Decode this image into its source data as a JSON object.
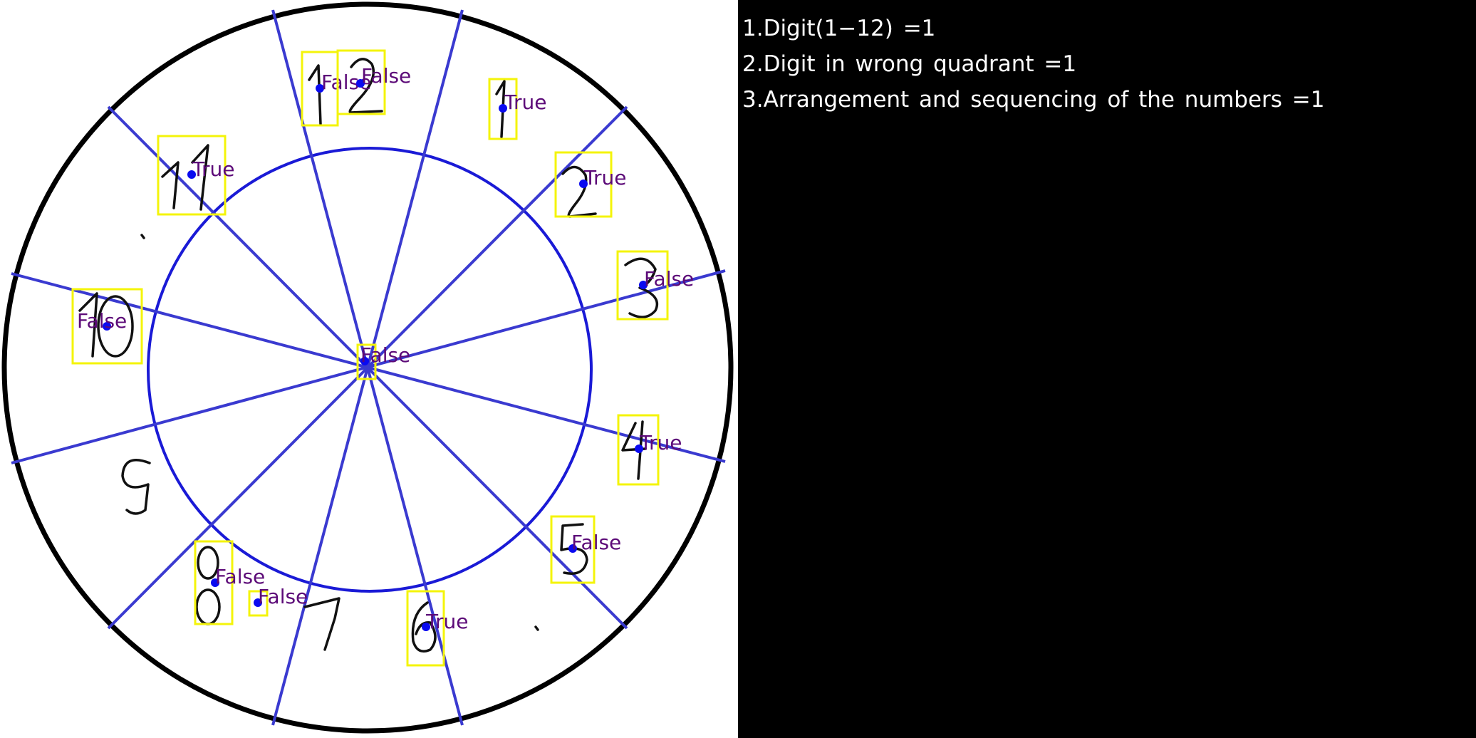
{
  "scores": [
    {
      "text": "1.Digit(1−12) =1"
    },
    {
      "text": "2.Digit in wrong quadrant =1"
    },
    {
      "text": "3.Arrangement and sequencing of the numbers =1"
    }
  ],
  "colors": {
    "background": "#000000",
    "clock_panel": "#ffffff",
    "outer_ring": "#000000",
    "inner_circle": "#1a1ad6",
    "sector_lines": "#3a3ad0",
    "box": "#f4f40a",
    "dot": "#0a0af0",
    "label": "#5c0a78",
    "handwriting": "#111111",
    "score_text": "#ffffff"
  },
  "detections": [
    {
      "id": "d12a",
      "label": "False"
    },
    {
      "id": "d12b",
      "label": "False"
    },
    {
      "id": "d1",
      "label": "True"
    },
    {
      "id": "d11",
      "label": "True"
    },
    {
      "id": "d2",
      "label": "True"
    },
    {
      "id": "d3",
      "label": "False"
    },
    {
      "id": "d10",
      "label": "False"
    },
    {
      "id": "dc",
      "label": "False"
    },
    {
      "id": "d4",
      "label": "True"
    },
    {
      "id": "d5",
      "label": "False"
    },
    {
      "id": "d8",
      "label": "False"
    },
    {
      "id": "d7",
      "label": "False"
    },
    {
      "id": "d6",
      "label": "True"
    }
  ]
}
